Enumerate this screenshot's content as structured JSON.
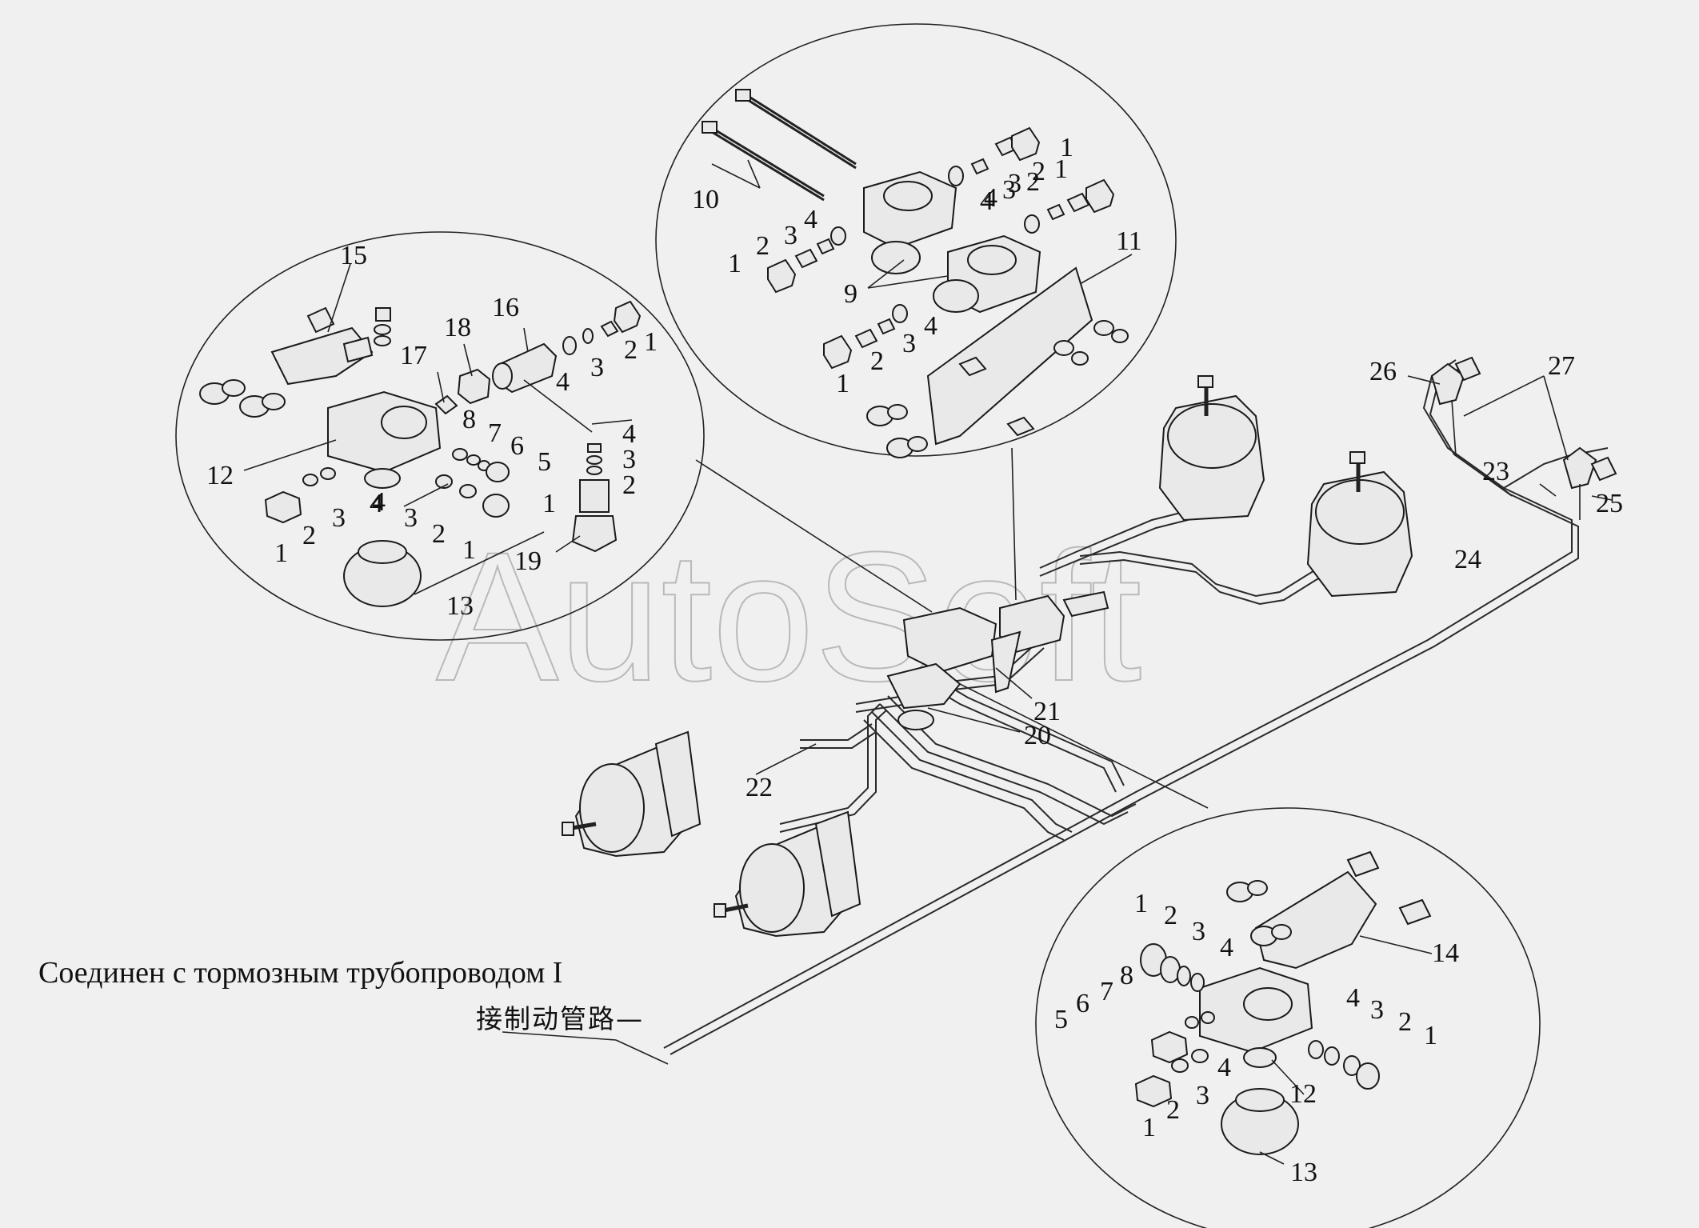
{
  "watermark": "AutoSoft",
  "caption_ru": "Соединен с тормозным трубопроводом I",
  "caption_cn": "接制动管路—",
  "callouts": {
    "left": [
      "15",
      "16",
      "17",
      "18",
      "12",
      "1",
      "2",
      "3",
      "4",
      "5",
      "6",
      "7",
      "8",
      "4",
      "3",
      "2",
      "1",
      "4",
      "3",
      "2",
      "1",
      "19",
      "13",
      "1",
      "2",
      "3",
      "4"
    ],
    "top": [
      "10",
      "1",
      "2",
      "3",
      "4",
      "1",
      "2",
      "3",
      "4",
      "9",
      "11",
      "1",
      "2",
      "3",
      "4",
      "4",
      "3",
      "2",
      "1"
    ],
    "bottom": [
      "1",
      "2",
      "3",
      "4",
      "8",
      "7",
      "6",
      "5",
      "14",
      "4",
      "3",
      "2",
      "1",
      "12",
      "4",
      "3",
      "2",
      "1",
      "13"
    ],
    "main": [
      "26",
      "27",
      "23",
      "24",
      "25",
      "21",
      "20",
      "22"
    ]
  }
}
